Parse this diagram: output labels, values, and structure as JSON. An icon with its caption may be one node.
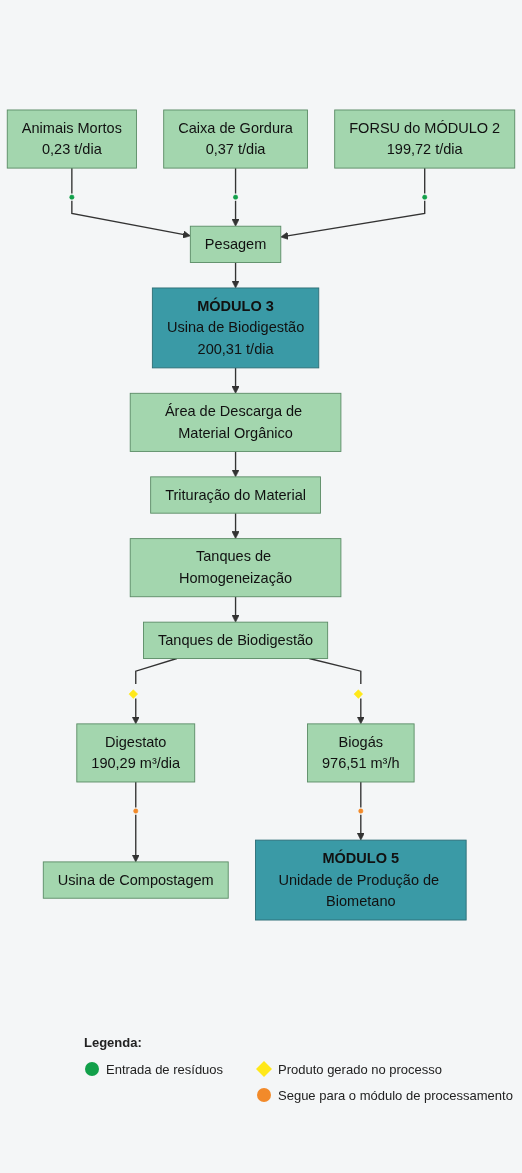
{
  "diagram": {
    "nodes": [
      {
        "text": [
          "Animais Mortos",
          "0,23 t/dia"
        ]
      },
      {
        "text": [
          "Caixa de Gordura",
          "0,37 t/dia"
        ]
      },
      {
        "text": [
          "FORSU do MÓDULO 2",
          "199,72 t/dia"
        ]
      },
      {
        "text": [],
        "shape": "circle"
      },
      {
        "text": [],
        "shape": "circle"
      },
      {
        "text": [],
        "shape": "circle"
      },
      {
        "text": [
          "Pesagem"
        ]
      },
      {
        "text": [
          "MÓDULO 3",
          "Usina de Biodigestão",
          "200,31 t/dia"
        ]
      },
      {
        "text": [
          "Área de Descarga de Material Orgânico"
        ]
      },
      {
        "text": [
          "Trituração do Material"
        ]
      },
      {
        "text": [
          "Tanques de Homogeneização"
        ]
      },
      {
        "text": [
          "Tanques de Biodigestão"
        ]
      },
      {
        "text": [],
        "shape": "diamond"
      },
      {
        "text": [],
        "shape": "diamond"
      },
      {
        "text": [
          "Digestato",
          "190,29 m³/dia"
        ]
      },
      {
        "text": [
          "Biogás",
          "976,51 m³/h"
        ]
      },
      {
        "text": [],
        "shape": "circle"
      },
      {
        "text": [],
        "shape": "circle"
      },
      {
        "text": [
          "Usina de Compostagem"
        ]
      },
      {
        "text": [
          "MÓDULO 5",
          "Unidade de Produção de Biometano"
        ]
      }
    ],
    "edges": [
      {
        "from": 0,
        "to": 3,
        "arrow": "none"
      },
      {
        "from": 1,
        "to": 4,
        "arrow": "none"
      },
      {
        "from": 2,
        "to": 5,
        "arrow": "none"
      },
      {
        "from": 3,
        "to": 6,
        "arrow": "to"
      },
      {
        "from": 4,
        "to": 6,
        "arrow": "to"
      },
      {
        "from": 5,
        "to": 6,
        "arrow": "to"
      },
      {
        "from": 6,
        "to": 7,
        "arrow": "to"
      },
      {
        "from": 7,
        "to": 8,
        "arrow": "to"
      },
      {
        "from": 8,
        "to": 9,
        "arrow": "to"
      },
      {
        "from": 9,
        "to": 10,
        "arrow": "to"
      },
      {
        "from": 10,
        "to": 11,
        "arrow": "to"
      },
      {
        "from": 11,
        "to": 12,
        "arrow": "none"
      },
      {
        "from": 11,
        "to": 13,
        "arrow": "none"
      },
      {
        "from": 12,
        "to": 14,
        "arrow": "to"
      },
      {
        "from": 13,
        "to": 15,
        "arrow": "to"
      },
      {
        "from": 14,
        "to": 16,
        "arrow": "none"
      },
      {
        "from": 15,
        "to": 17,
        "arrow": "none"
      },
      {
        "from": 16,
        "to": 18,
        "arrow": "to"
      },
      {
        "from": 17,
        "to": 19,
        "arrow": "to"
      }
    ],
    "labels": [
      "Legenda:"
    ],
    "legend": [
      {
        "text": "Entrada de resíduos",
        "color": "#12a04a"
      },
      {
        "text": "Produto gerado no processo",
        "color": "#ffe81a"
      },
      {
        "text": "Segue para o módulo de processamento",
        "color": "#f28a2a"
      }
    ]
  }
}
